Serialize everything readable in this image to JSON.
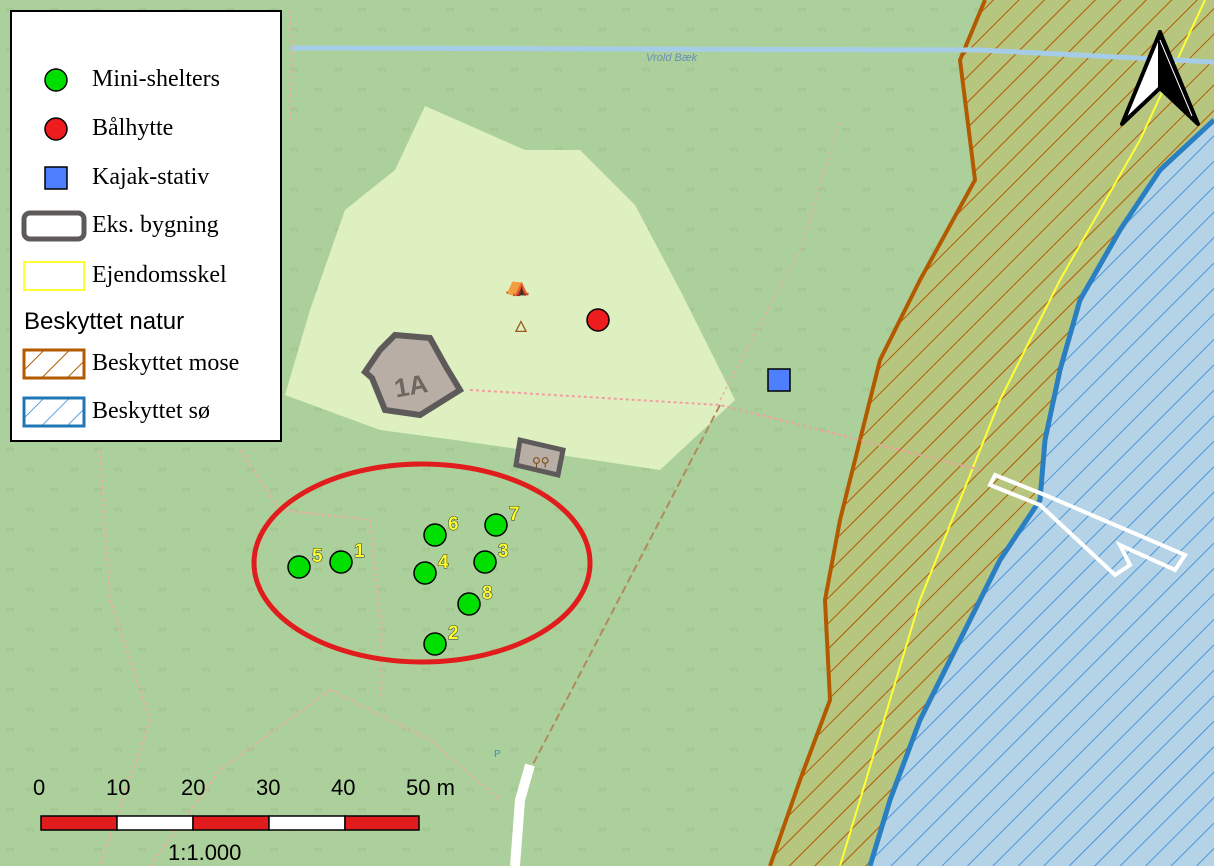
{
  "legend": {
    "items": [
      {
        "label": "Mini-shelters",
        "color": "#00e000",
        "icon": "green-circle-icon"
      },
      {
        "label": "Bålhytte",
        "color": "#ee1c1c",
        "icon": "red-circle-icon"
      },
      {
        "label": "Kajak-stativ",
        "color": "#4d7fff",
        "icon": "blue-square-icon"
      },
      {
        "label": "Eks. bygning",
        "color": "#5f5a5a",
        "icon": "building-outline-icon"
      },
      {
        "label": "Ejendomsskel",
        "color": "#ffff33",
        "icon": "property-line-icon"
      }
    ],
    "protected_heading": "Beskyttet natur",
    "protected_items": [
      {
        "label": "Beskyttet mose",
        "color": "#b35a00",
        "icon": "bog-hatch-icon"
      },
      {
        "label": "Beskyttet sø",
        "color": "#1f78b4",
        "icon": "lake-hatch-icon"
      }
    ]
  },
  "map": {
    "river_label": "Vrold Bæk",
    "building_label": "1A",
    "shelters": [
      "1",
      "2",
      "3",
      "4",
      "5",
      "6",
      "7",
      "8"
    ]
  },
  "scale_bar": {
    "labels": [
      "0",
      "10",
      "20",
      "30",
      "40",
      "50 m"
    ],
    "ratio": "1:1.000"
  },
  "north_arrow": {
    "icon": "north-arrow-icon"
  }
}
